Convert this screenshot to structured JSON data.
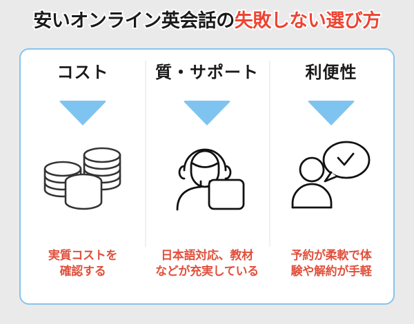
{
  "title": {
    "black_part": "安いオンライン英会話の",
    "red_part": "失敗しない選び方"
  },
  "colors": {
    "page_background": "#EAEAEA",
    "card_background": "#FFFFFF",
    "card_border": "#85C4EE",
    "title_black": "#1A1A1A",
    "title_red": "#EE4433",
    "triangle_blue": "#7FC4F0",
    "caption_red": "#E0503C",
    "divider_gray": "#F0F0F0",
    "icon_stroke": "#333333"
  },
  "columns": [
    {
      "heading": "コスト",
      "arrow_icon": "triangle-down-icon",
      "icon": "coin-stacks-icon",
      "caption_lines": [
        "実質コストを",
        "確認する"
      ]
    },
    {
      "heading": "質・サポート",
      "arrow_icon": "triangle-down-icon",
      "icon": "support-agent-headset-icon",
      "caption_lines": [
        "日本語対応、教材",
        "などが充実している"
      ]
    },
    {
      "heading": "利便性",
      "arrow_icon": "triangle-down-icon",
      "icon": "person-speech-bubble-check-icon",
      "caption_lines": [
        "予約が柔軟で体",
        "験や解約が手軽"
      ]
    }
  ]
}
